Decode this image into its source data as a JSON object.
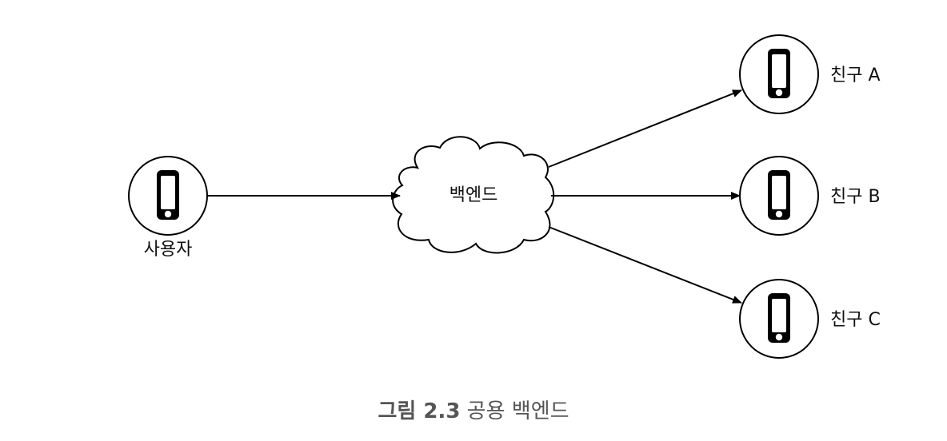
{
  "nodes": {
    "user": {
      "label": "사용자",
      "icon": "smartphone-icon"
    },
    "backend": {
      "label": "백엔드",
      "icon": "cloud-icon"
    },
    "friends": [
      {
        "label": "친구 A",
        "icon": "smartphone-icon"
      },
      {
        "label": "친구 B",
        "icon": "smartphone-icon"
      },
      {
        "label": "친구 C",
        "icon": "smartphone-icon"
      }
    ]
  },
  "edges": [
    {
      "from": "사용자",
      "to": "백엔드"
    },
    {
      "from": "백엔드",
      "to": "친구 A"
    },
    {
      "from": "백엔드",
      "to": "친구 B"
    },
    {
      "from": "백엔드",
      "to": "친구 C"
    }
  ],
  "caption": {
    "prefix": "그림 2.3",
    "text": "공용 백엔드"
  },
  "colors": {
    "stroke": "#000000",
    "caption": "#555555"
  }
}
